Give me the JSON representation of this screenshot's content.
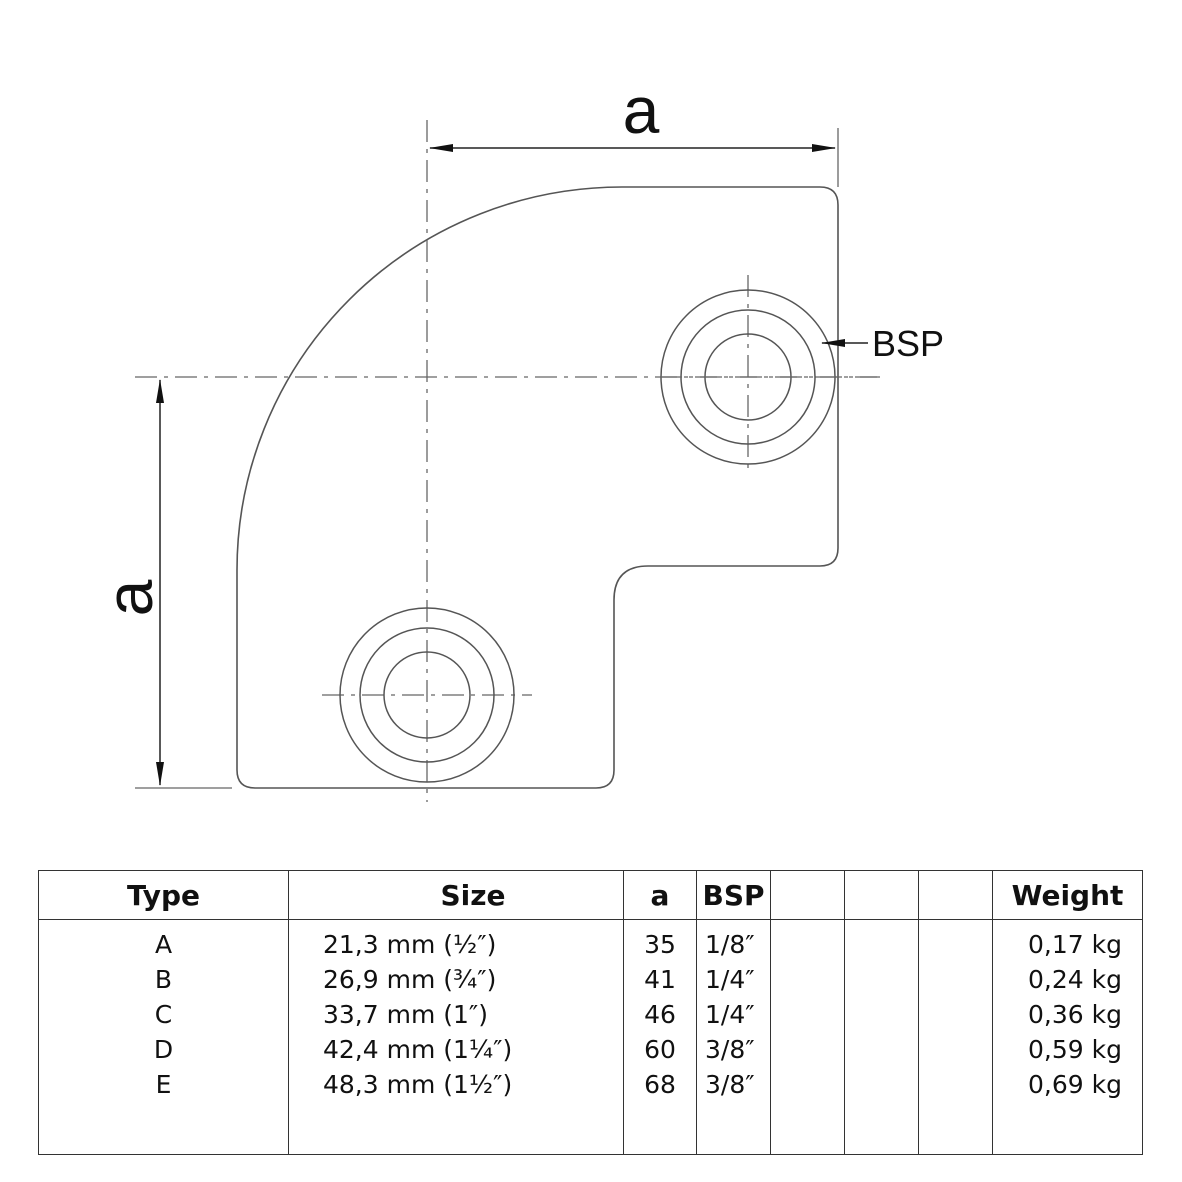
{
  "drawing": {
    "dimension_horizontal_label": "a",
    "dimension_vertical_label": "a",
    "thread_callout": "BSP"
  },
  "table": {
    "headers": {
      "type": "Type",
      "size": "Size",
      "a": "a",
      "bsp": "BSP",
      "blank1": "",
      "blank2": "",
      "blank3": "",
      "weight": "Weight"
    },
    "rows": [
      {
        "type": "A",
        "size": "21,3 mm (½″)",
        "a": "35",
        "bsp": "1/8″",
        "weight": "0,17 kg"
      },
      {
        "type": "B",
        "size": "26,9 mm (¾″)",
        "a": "41",
        "bsp": "1/4″",
        "weight": "0,24 kg"
      },
      {
        "type": "C",
        "size": "33,7 mm (1″)",
        "a": "46",
        "bsp": "1/4″",
        "weight": "0,36 kg"
      },
      {
        "type": "D",
        "size": "42,4 mm (1¼″)",
        "a": "60",
        "bsp": "3/8″",
        "weight": "0,59 kg"
      },
      {
        "type": "E",
        "size": "48,3 mm (1½″)",
        "a": "68",
        "bsp": "3/8″",
        "weight": "0,69 kg"
      }
    ]
  }
}
